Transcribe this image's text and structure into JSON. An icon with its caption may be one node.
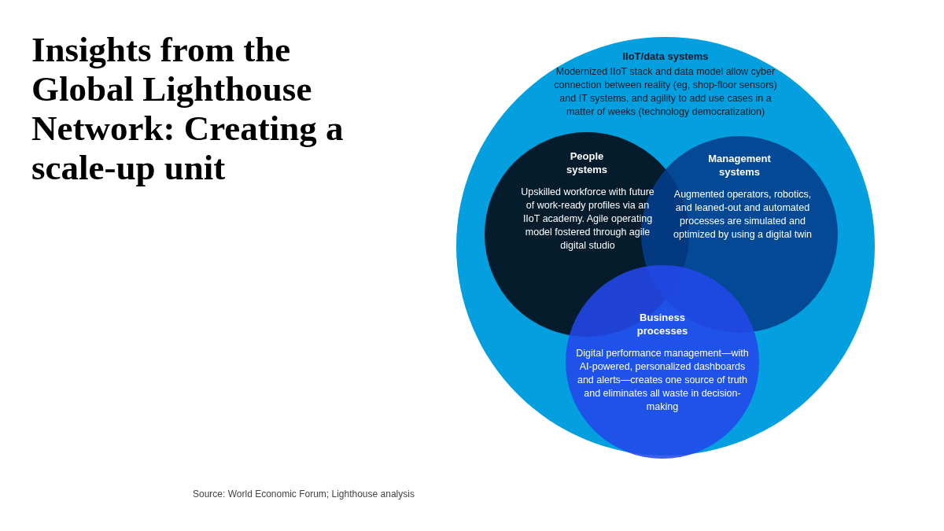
{
  "diagram": {
    "title": "Insights from the Global Lighthouse Network: Creating a scale-up unit",
    "caption": "Source: World Economic Forum; Lighthouse analysis",
    "nodes": [
      {
        "text": [
          "IIoT/data systems",
          "Modernized IIoT stack and data model allow cyber connection between reality (eg, shop-floor sensors) and IT systems, and agility to add use cases in a matter of weeks (technology democratization)"
        ]
      },
      {
        "text": [
          "People systems",
          "Upskilled workforce with future of work-ready profiles via an IIoT academy. Agile operating model fostered through agile digital studio"
        ],
        "in": 0
      },
      {
        "text": [
          "Management systems",
          "Augmented operators, robotics, and leaned-out and automated processes are simulated and optimized by using a digital twin"
        ],
        "in": 0
      },
      {
        "text": [
          "Business processes",
          "Digital performance management—with AI-powered, personalized dashboards and alerts—creates one source of truth and eliminates all waste in decision-making"
        ],
        "in": 0
      }
    ],
    "edges": []
  }
}
